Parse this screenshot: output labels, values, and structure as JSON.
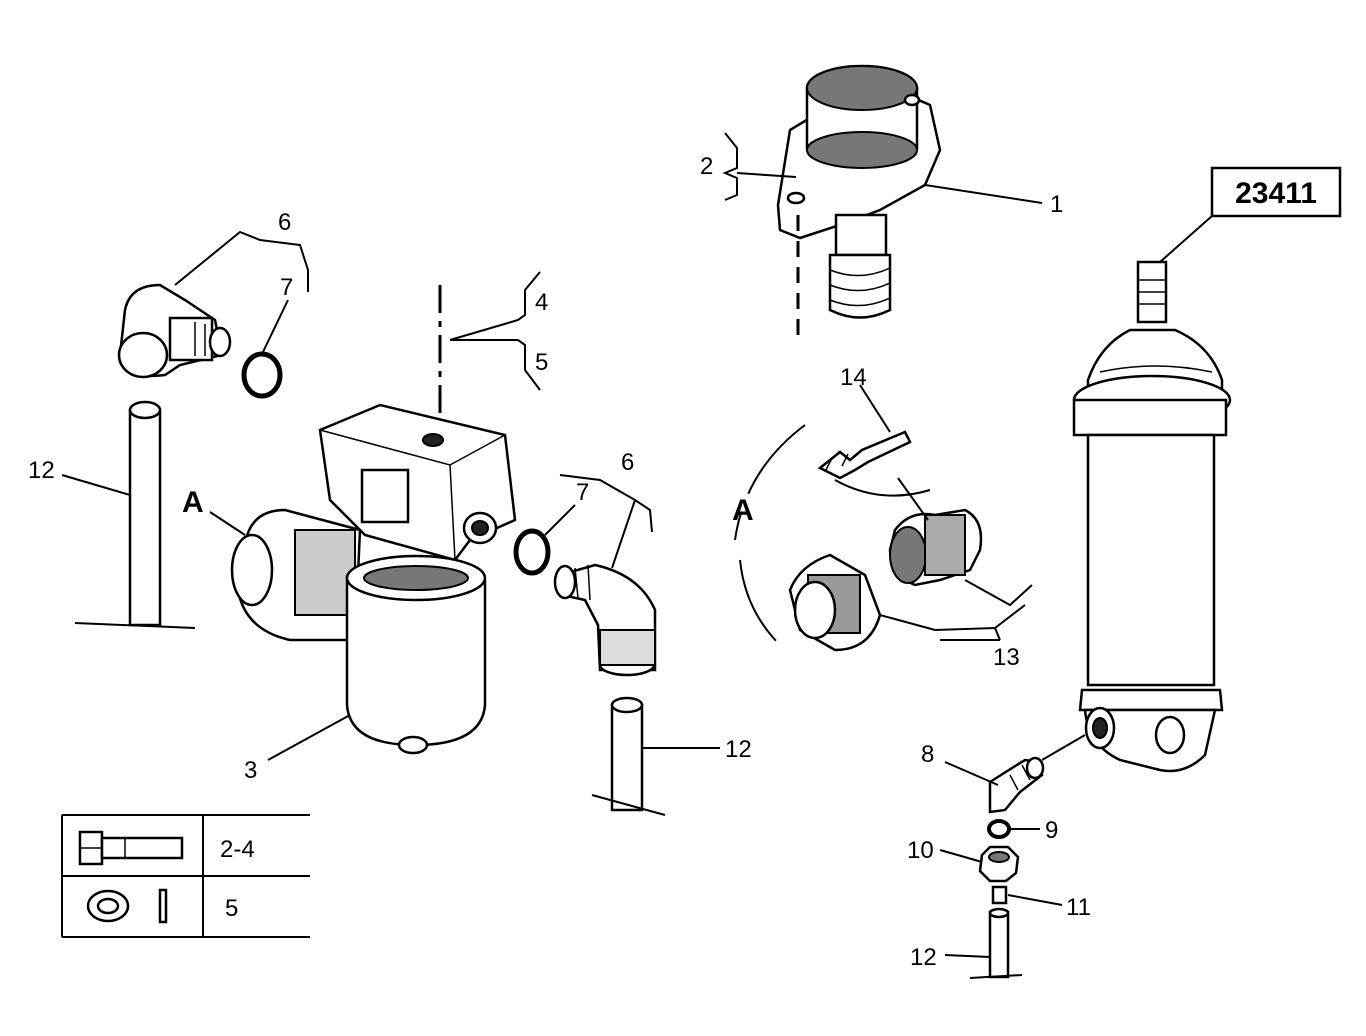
{
  "drawing_number": "23411",
  "callouts": {
    "c1": "1",
    "c2": "2",
    "c3": "3",
    "c4": "4",
    "c5": "5",
    "c6a": "6",
    "c6b": "6",
    "c7a": "7",
    "c7b": "7",
    "c8": "8",
    "c9": "9",
    "c10": "10",
    "c11": "11",
    "c12a": "12",
    "c12b": "12",
    "c12c": "12",
    "c13": "13",
    "c14": "14"
  },
  "detail_labels": {
    "a_left": "A",
    "a_right": "A"
  },
  "legend": {
    "rows": [
      {
        "icon": "bolt-icon",
        "label": "2-4"
      },
      {
        "icon": "washer-pin-icon",
        "label": "5"
      }
    ]
  }
}
